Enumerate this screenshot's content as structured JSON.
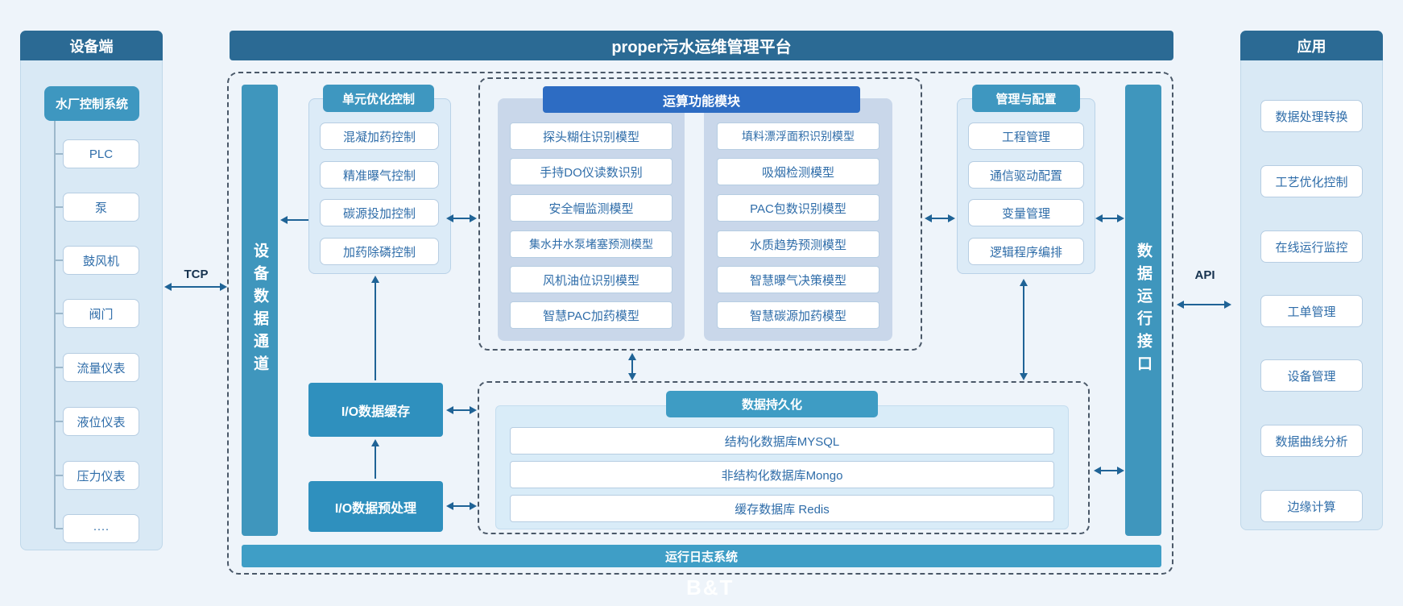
{
  "page": {
    "watermark": "B&T"
  },
  "colors": {
    "header_dark_blue": "#2b6a94",
    "teal": "#3e97c0",
    "module_blue": "#2d6cc3",
    "arrow_blue": "#1f6396",
    "panel_bg": "#d9e9f5",
    "canvas_bg": "#eef4fa"
  },
  "links": {
    "tcp": "TCP",
    "api": "API"
  },
  "device_panel": {
    "title": "设备端",
    "system": "水厂控制系统",
    "items": [
      "PLC",
      "泵",
      "鼓风机",
      "阀门",
      "流量仪表",
      "液位仪表",
      "压力仪表",
      "····"
    ]
  },
  "platform": {
    "title": "proper污水运维管理平台",
    "left_channel": "设备数据通道",
    "right_channel": "数据运行接口",
    "log_bar": "运行日志系统",
    "io_cache": "I/O数据缓存",
    "io_preprocess": "I/O数据预处理",
    "unit_control": {
      "title": "单元优化控制",
      "items": [
        "混凝加药控制",
        "精准曝气控制",
        "碳源投加控制",
        "加药除磷控制"
      ]
    },
    "compute_module": {
      "title": "运算功能模块",
      "left_items": [
        "探头糊住识别模型",
        "手持DO仪读数识别",
        "安全帽监测模型",
        "集水井水泵堵塞预测模型",
        "风机油位识别模型",
        "智慧PAC加药模型"
      ],
      "right_items": [
        "填料漂浮面积识别模型",
        "吸烟检测模型",
        "PAC包数识别模型",
        "水质趋势预测模型",
        "智慧曝气决策模型",
        "智慧碳源加药模型"
      ]
    },
    "management": {
      "title": "管理与配置",
      "items": [
        "工程管理",
        "通信驱动配置",
        "变量管理",
        "逻辑程序编排"
      ]
    },
    "persistence": {
      "title": "数据持久化",
      "items": [
        "结构化数据库MYSQL",
        "非结构化数据库Mongo",
        "缓存数据库 Redis"
      ]
    }
  },
  "app_panel": {
    "title": "应用",
    "items": [
      "数据处理转换",
      "工艺优化控制",
      "在线运行监控",
      "工单管理",
      "设备管理",
      "数据曲线分析",
      "边缘计算"
    ]
  }
}
